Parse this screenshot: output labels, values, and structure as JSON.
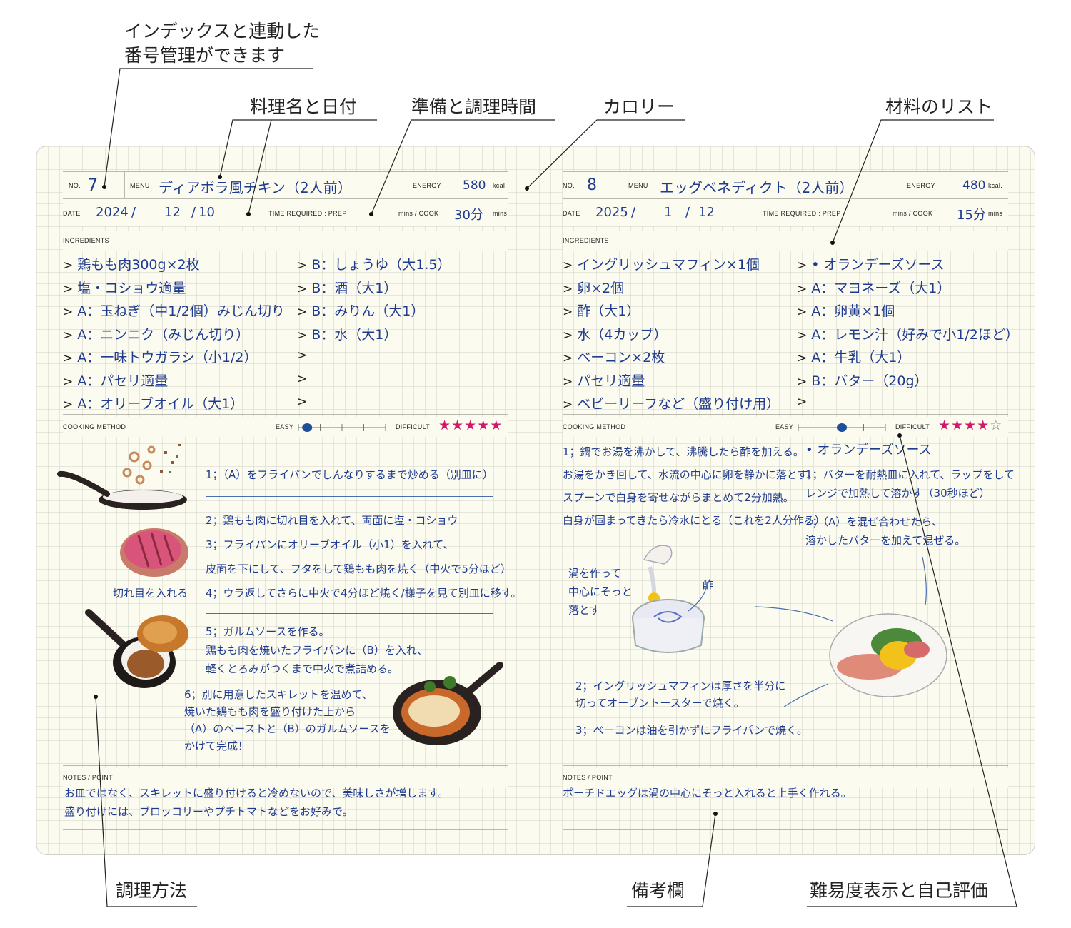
{
  "callouts": {
    "index_line1": "インデックスと連動した",
    "index_line2": "番号管理ができます",
    "menu_date": "料理名と日付",
    "time": "準備と調理時間",
    "calorie": "カロリー",
    "ingredients": "材料のリスト",
    "method": "調理方法",
    "notes": "備考欄",
    "difficulty": "難易度表示と自己評価"
  },
  "labels": {
    "no": "NO.",
    "menu": "MENU",
    "energy": "ENERGY",
    "kcal": "kcal.",
    "date": "DATE",
    "time_prep": "TIME REQUIRED : PREP",
    "mins_cook": "mins / COOK",
    "mins": "mins",
    "ingredients": "INGREDIENTS",
    "cooking_method": "COOKING METHOD",
    "easy": "EASY",
    "difficult": "DIFFICULT",
    "notes": "NOTES / POINT"
  },
  "left": {
    "no": "7",
    "menu": "ディアボラ風チキン（2人前）",
    "energy": "580",
    "date_y": "2024",
    "date_m": "12",
    "date_d": "10",
    "cook": "30分",
    "difficulty_stars": 5,
    "difficulty_level": 0.1,
    "ingredients_col1": [
      "鶏もも肉300g×2枚",
      "塩・コショウ適量",
      "A：玉ねぎ（中1/2個）みじん切り",
      "A：ニンニク（みじん切り）",
      "A：一味トウガラシ（小1/2）",
      "A：パセリ適量",
      "A：オリーブオイル（大1）"
    ],
    "ingredients_col2": [
      "B：しょうゆ（大1.5）",
      "B：酒（大1）",
      "B：みりん（大1）",
      "B：水（大1）",
      "",
      "",
      ""
    ],
    "steps": {
      "s1": "1；（A）をフライパンでしんなりするまで炒める（別皿に）",
      "s2": "2；鶏もも肉に切れ目を入れて、両面に塩・コショウ",
      "s3a": "3；フライパンにオリーブオイル（小1）を入れて、",
      "s3b": "皮面を下にして、フタをして鶏もも肉を焼く（中火で5分ほど）",
      "s4": "4；ウラ返してさらに中火で4分ほど焼く/様子を見て別皿に移す。",
      "s5a": "5；ガルムソースを作る。",
      "s5b": "鶏もも肉を焼いたフライパンに（B）を入れ、",
      "s5c": "軽くとろみがつくまで中火で煮詰める。",
      "s6a": "6；別に用意したスキレットを温めて、",
      "s6b": "焼いた鶏もも肉を盛り付けた上から",
      "s6c": "（A）のペーストと（B）のガルムソースを",
      "s6d": "かけて完成！",
      "caption": "切れ目を入れる"
    },
    "notes_1": "お皿ではなく、スキレットに盛り付けると冷めないので、美味しさが増します。",
    "notes_2": "盛り付けには、ブロッコリーやプチトマトなどをお好みで。"
  },
  "right": {
    "no": "8",
    "menu": "エッグベネディクト（2人前）",
    "energy": "480",
    "date_y": "2025",
    "date_m": "1",
    "date_d": "12",
    "cook": "15分",
    "difficulty_stars": 4,
    "difficulty_level": 0.5,
    "ingredients_col1": [
      "イングリッシュマフィン×1個",
      "卵×2個",
      "酢（大1）",
      "水（4カップ）",
      "ベーコン×2枚",
      "パセリ適量",
      "ベビーリーフなど（盛り付け用）"
    ],
    "ingredients_col2": [
      "• オランデーズソース",
      "A：マヨネーズ（大1）",
      "A：卵黄×1個",
      "A：レモン汁（好みで小1/2ほど）",
      "A：牛乳（大1）",
      "B：バター（20g）",
      ""
    ],
    "steps": {
      "s1a": "1；鍋でお湯を沸かして、沸騰したら酢を加える。",
      "s1b": "お湯をかき回して、水流の中心に卵を静かに落とす。",
      "s1c": "スプーンで白身を寄せながらまとめて2分加熱。",
      "s1d": "白身が固まってきたら冷水にとる（これを2人分作る）",
      "sauce_title": "• オランデーズソース",
      "h1a": "1；バターを耐熱皿に入れて、ラップをして",
      "h1b": "レンジで加熱して溶かす（30秒ほど）",
      "h2a": "2；（A）を混ぜ合わせたら、",
      "h2b": "溶かしたバターを加えて混ぜる。",
      "note_a": "渦を作って",
      "note_b": "中心にそっと",
      "note_c": "落とす",
      "vinegar": "酢",
      "s2a": "2；イングリッシュマフィンは厚さを半分に",
      "s2b": "切ってオーブントースターで焼く。",
      "s3": "3；ベーコンは油を引かずにフライパンで焼く。"
    },
    "notes_1": "ポーチドエッグは渦の中心にそっと入れると上手く作れる。"
  },
  "colors": {
    "ink": "#1f3b8f",
    "star": "#d1196b",
    "paper": "#fcfbf0",
    "slider_knob": "#1f4f9a"
  }
}
